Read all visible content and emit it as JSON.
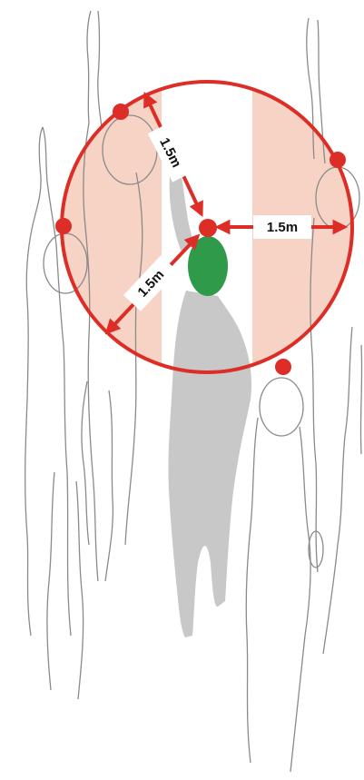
{
  "colors": {
    "circle": "#dc2e27",
    "zone_fill": "#f6d3c5",
    "center_person": "#c8c8c8",
    "head_marker": "#2f9a4a",
    "outline": "#8a8a8a",
    "label_bg": "#ffffff"
  },
  "labels": {
    "top_left": "1.5m",
    "right": "1.5m",
    "bottom_left": "1.5m"
  }
}
